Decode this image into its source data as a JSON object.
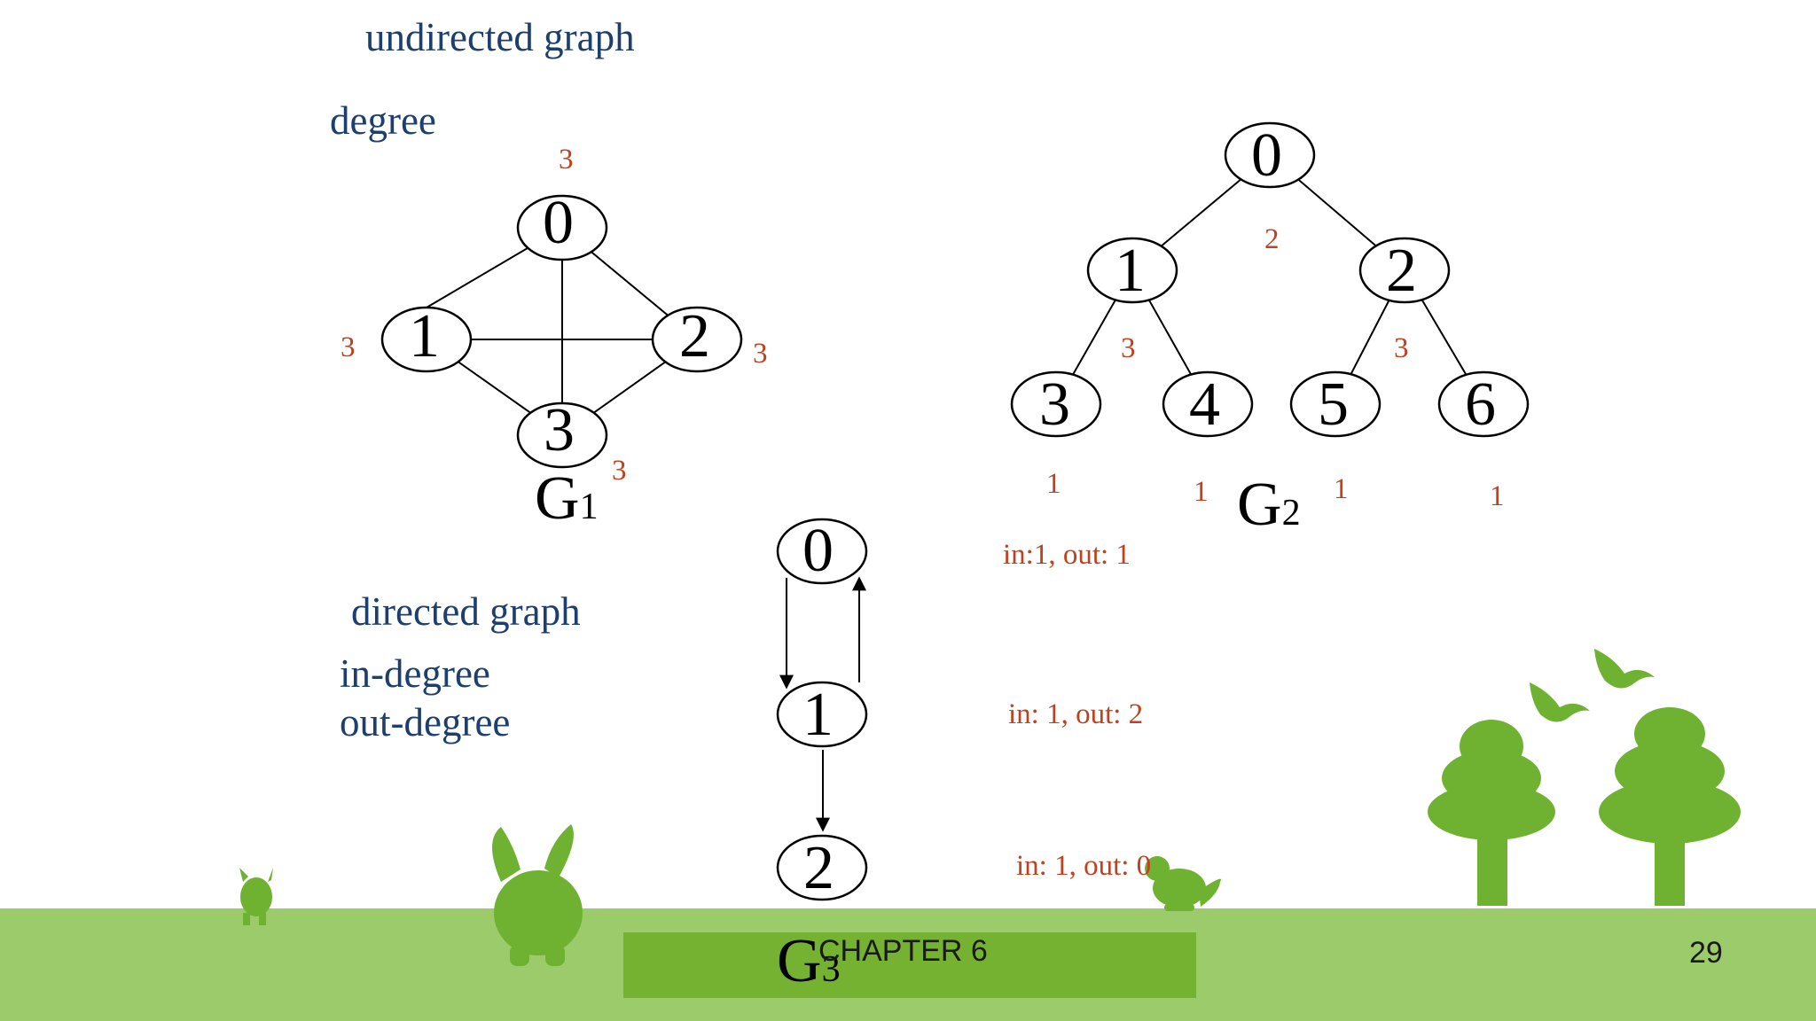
{
  "labels": {
    "undirected": "undirected graph",
    "degree": "degree",
    "directed": "directed graph",
    "in_degree": "in-degree",
    "out_degree": "out-degree"
  },
  "graphs": {
    "g1": {
      "name": "G",
      "sub": "1",
      "nodes": [
        "0",
        "1",
        "2",
        "3"
      ],
      "degrees": [
        "3",
        "3",
        "3",
        "3"
      ]
    },
    "g2": {
      "name": "G",
      "sub": "2",
      "nodes": [
        "0",
        "1",
        "2",
        "3",
        "4",
        "5",
        "6"
      ],
      "degrees": [
        "2",
        "3",
        "3",
        "1",
        "1",
        "1",
        "1"
      ]
    },
    "g3": {
      "name": "G",
      "sub": "3",
      "nodes": [
        "0",
        "1",
        "2"
      ],
      "degrees": [
        "in:1, out: 1",
        "in: 1, out: 2",
        "in: 1, out: 0"
      ]
    }
  },
  "footer": {
    "chapter": "CHAPTER 6",
    "page": "29"
  },
  "colors": {
    "grass": "#9bcb6a",
    "banner": "#76b232",
    "title": "#1d3f6e",
    "annotation": "#c0411f",
    "silhouette": "#6fb231"
  }
}
